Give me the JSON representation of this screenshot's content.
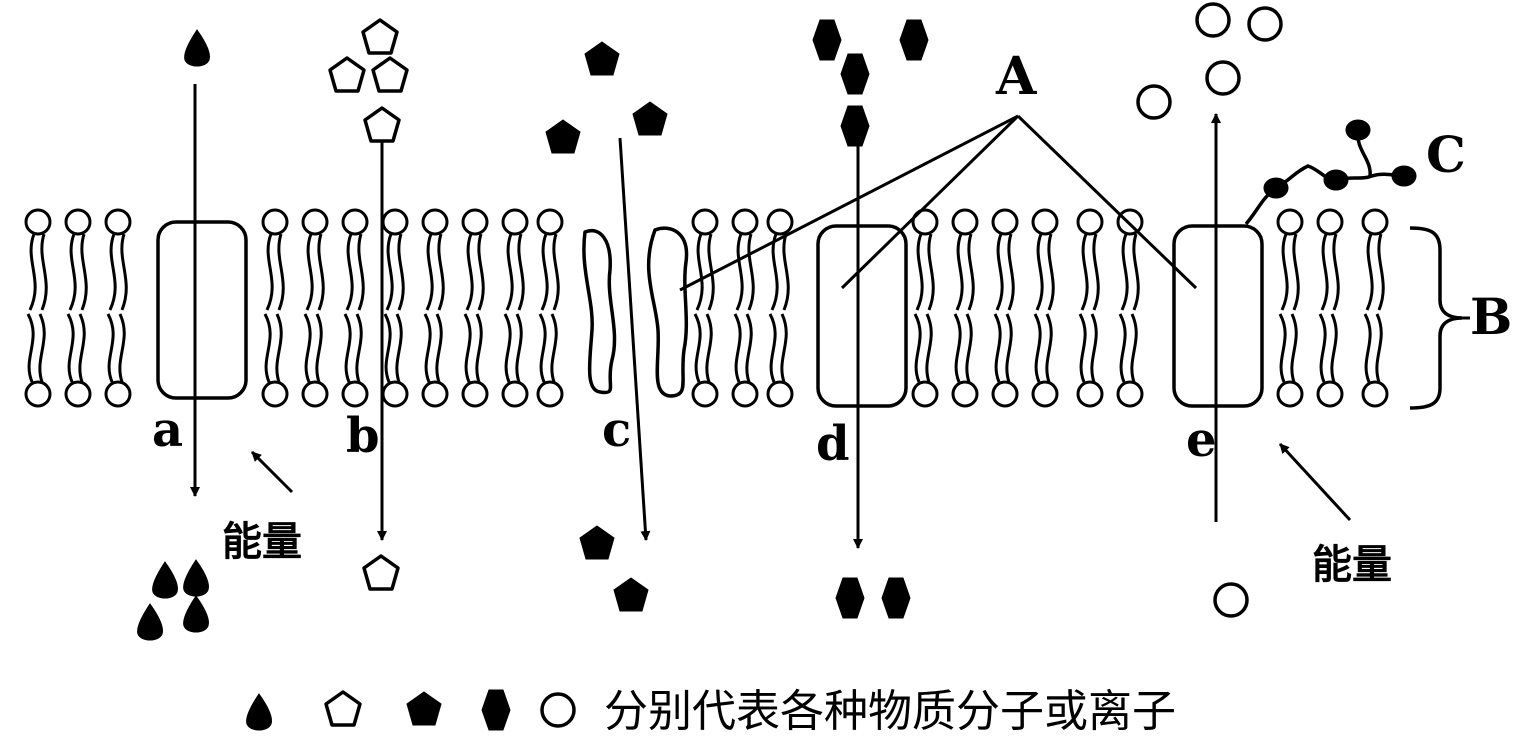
{
  "labels": {
    "a": "a",
    "b": "b",
    "c": "c",
    "d": "d",
    "e": "e",
    "A": "A",
    "B": "B",
    "C": "C",
    "energy_left": "能量",
    "energy_right": "能量"
  },
  "legend": {
    "text": "分别代表各种物质分子或离子"
  }
}
